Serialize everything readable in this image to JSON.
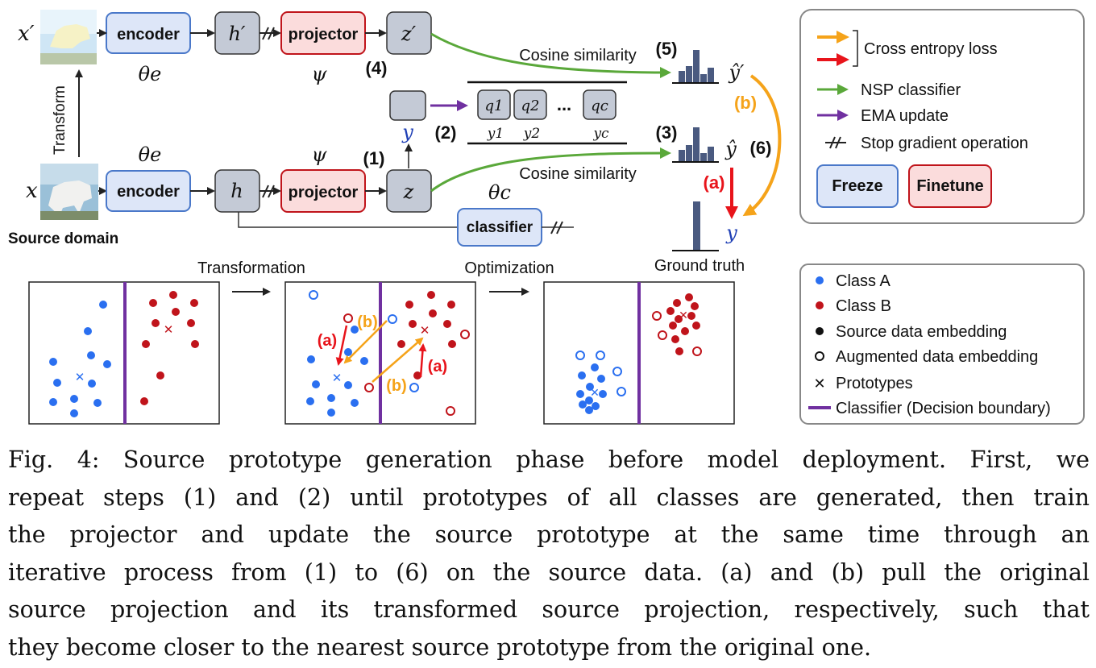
{
  "diagram": {
    "top_row": {
      "input_label": "x′",
      "encoder_label": "encoder",
      "encoder_param": "θe",
      "h_label": "h′",
      "projector_label": "projector",
      "projector_param": "ψ",
      "z_label": "z′",
      "step4": "(4)"
    },
    "bottom_row": {
      "input_label": "x",
      "encoder_label": "encoder",
      "encoder_param": "θe",
      "h_label": "h",
      "projector_label": "projector",
      "projector_param": "ψ",
      "z_label": "z",
      "step1": "(1)"
    },
    "transform_label": "Transform",
    "source_domain_label": "Source domain",
    "classifier_label": "classifier",
    "classifier_param": "θc",
    "y_label": "y",
    "step2": "(2)",
    "step3": "(3)",
    "step5": "(5)",
    "step6": "(6)",
    "step_a": "(a)",
    "step_b": "(b)",
    "cosine_top": "Cosine similarity",
    "cosine_bottom": "Cosine similarity",
    "prototypes": [
      "q1",
      "q2",
      "qc"
    ],
    "prototype_labels": [
      "y1",
      "y2",
      "yc"
    ],
    "ellipsis": "...",
    "yhat_prime": "ŷ′",
    "yhat": "ŷ",
    "y_truth": "y",
    "ground_truth_label": "Ground truth",
    "transformation_label": "Transformation",
    "optimization_label": "Optimization",
    "panel_a_labels": [
      "(a)",
      "(a)"
    ],
    "panel_b_labels": [
      "(b)",
      "(b)"
    ]
  },
  "legend_top": {
    "items": [
      "Cross entropy loss",
      "NSP classifier",
      "EMA update",
      "Stop gradient operation"
    ],
    "freeze_label": "Freeze",
    "finetune_label": "Finetune"
  },
  "legend_bottom": {
    "items": [
      "Class A",
      "Class B",
      "Source data embedding",
      "Augmented data embedding",
      "Prototypes",
      "Classifier (Decision boundary)"
    ]
  },
  "colors": {
    "class_a": "#2a6ff0",
    "class_b": "#c0141b",
    "boundary": "#7030a0",
    "nsp": "#5aa83a",
    "ema": "#7030a0",
    "orange": "#f5a31a",
    "red": "#e8141b",
    "freeze_fill": "#dde6f8",
    "finetune_fill": "#fbdcdc"
  },
  "caption": {
    "lines": [
      "Fig. 4: Source prototype generation phase before model deployment. First, we",
      "repeat steps (1) and (2) until prototypes of all classes are generated, then train",
      "the projector and update the source prototype at the same time through an",
      "iterative process from (1) to (6) on the source data. (a) and (b) pull the original",
      "source projection and its transformed source projection, respectively, such that",
      "they become closer to the nearest source prototype from the original one."
    ]
  }
}
